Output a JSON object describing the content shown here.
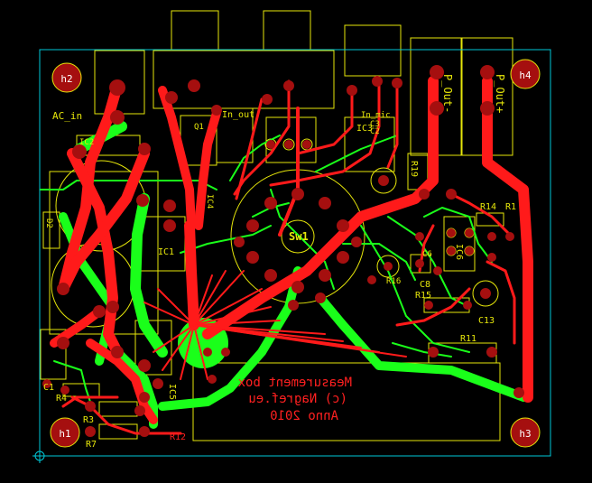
{
  "board": {
    "title_line1": "Measurement box",
    "title_line2": "(c) Nagref.eu",
    "title_line3": "Anno 2010"
  },
  "colors": {
    "background": "#000000",
    "outline": "#00c8d8",
    "silkscreen": "#e6e60a",
    "top_copper": "#ff1a1a",
    "bottom_copper": "#1aff1a",
    "pad": "#a50f0f",
    "mirror_text": "#ff2020"
  },
  "holes": {
    "h1": "h1",
    "h2": "h2",
    "h3": "h3",
    "h4": "h4"
  },
  "connectors": {
    "ac_in": "AC_in",
    "in_out": "In_out",
    "in_mic": "In_mic",
    "p_out_minus": "P_Out-",
    "p_out_plus": "P_Out+"
  },
  "components": {
    "sw1": "Sw1",
    "ic1": "IC1",
    "ic2": "IC2",
    "ic3": "IC3",
    "ic4": "IC4",
    "ic5": "IC5",
    "ic6": "IC6",
    "c1": "C1",
    "c2": "C2",
    "c3": "C3",
    "c6": "C6",
    "c8": "C8",
    "c13": "C13",
    "r1": "R1",
    "r3": "R3",
    "r4": "R4",
    "r7": "R7",
    "r11": "R11",
    "r12": "R12",
    "r14": "R14",
    "r15": "R15",
    "r16": "R16",
    "r19": "R19",
    "q1": "Q1",
    "d2": "D2"
  }
}
